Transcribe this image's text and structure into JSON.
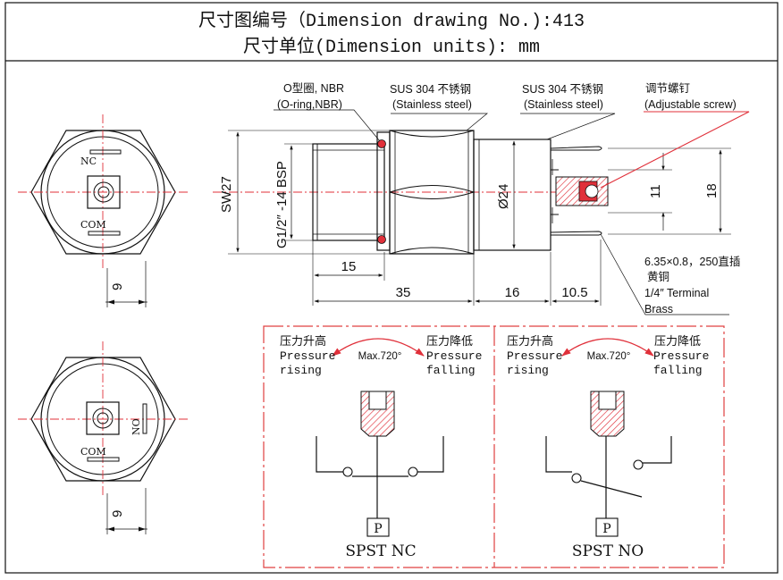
{
  "header": {
    "title_line1": "尺寸图编号（Dimension drawing No.):413",
    "title_line2": "尺寸单位(Dimension units): mm"
  },
  "colors": {
    "line": "#111111",
    "dimension": "#111111",
    "centerline": "#e0303a",
    "accent_red": "#e0303a",
    "frame_red": "#e04040"
  },
  "labels": {
    "oring": "O型圈, NBR",
    "oring_en": "(O-ring,NBR)",
    "sus1": "SUS 304 不锈钢",
    "sus1_en": "(Stainless steel)",
    "sus2": "SUS 304 不锈钢",
    "sus2_en": "(Stainless steel)",
    "screw": "调节螺钉",
    "screw_en": "(Adjustable screw)",
    "terminal1": "6.35×0.8，250直插",
    "terminal2": "黄铜",
    "terminal3": "1/4″ Terminal",
    "terminal4": "Brass"
  },
  "dims": {
    "sw": "SW27",
    "thread": "G1/2″ -14 BSP",
    "d15": "15",
    "d35": "35",
    "d16": "16",
    "d105": "10.5",
    "dia24": "Ø24",
    "d11": "11",
    "d18": "18",
    "nine_a": "9",
    "nine_b": "9"
  },
  "views": {
    "nc": "NC",
    "com1": "COM",
    "no": "NO",
    "com2": "COM"
  },
  "schematic": {
    "left": {
      "rise_cn": "压力升高",
      "rise_en1": "Pressure",
      "rise_en2": "rising",
      "fall_cn": "压力降低",
      "fall_en1": "Pressure",
      "fall_en2": "falling",
      "max": "Max.720°",
      "p": "P",
      "caption": "SPST NC"
    },
    "right": {
      "rise_cn": "压力升高",
      "rise_en1": "Pressure",
      "rise_en2": "rising",
      "fall_cn": "压力降低",
      "fall_en1": "Pressure",
      "fall_en2": "falling",
      "max": "Max.720°",
      "p": "P",
      "caption": "SPST NO"
    }
  }
}
